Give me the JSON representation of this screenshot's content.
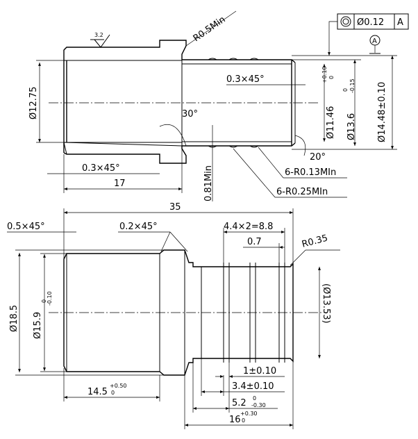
{
  "top_view": {
    "surface_finish": "3.2",
    "radius_note": "R0.5Min",
    "chamfer_inner": "0.3×45°",
    "chamfer_left": "0.3×45°",
    "dia_bore": "Ø12.75",
    "dia_1146": "Ø11.46",
    "dia_1146_tol_upper": "+0.10",
    "dia_1146_tol_lower": "0",
    "dia_136": "Ø13.6",
    "dia_136_tol_upper": "0",
    "dia_136_tol_lower": "-0.15",
    "dia_1448": "Ø14.48±0.10",
    "angle_30": "30°",
    "angle_20": "20°",
    "depth_17": "17",
    "min_081": "0.81Min",
    "groove_r013": "6-R0.13MIn",
    "groove_r025": "6-R0.25MIn",
    "gdt_tolerance": "Ø0.12",
    "gdt_datum": "A",
    "datum_label": "A"
  },
  "bottom_view": {
    "length_35": "35",
    "chamfer_05": "0.5×45°",
    "chamfer_02": "0.2×45°",
    "pitch": "4.4×2=8.8",
    "dim_07": "0.7",
    "radius_035": "R0.35",
    "dia_185": "Ø18.5",
    "dia_159": "Ø15.9",
    "dia_159_tol_upper": "0",
    "dia_159_tol_lower": "-0.10",
    "dia_1353": "(Ø13.53)",
    "len_145": "14.5",
    "len_145_tol_upper": "+0.50",
    "len_145_tol_lower": "0",
    "len_1": "1±0.10",
    "len_34": "3.4±0.10",
    "len_52": "5.2",
    "len_52_tol_upper": "0",
    "len_52_tol_lower": "-0.30",
    "len_16": "16",
    "len_16_tol_upper": "+0.30",
    "len_16_tol_lower": "0"
  }
}
